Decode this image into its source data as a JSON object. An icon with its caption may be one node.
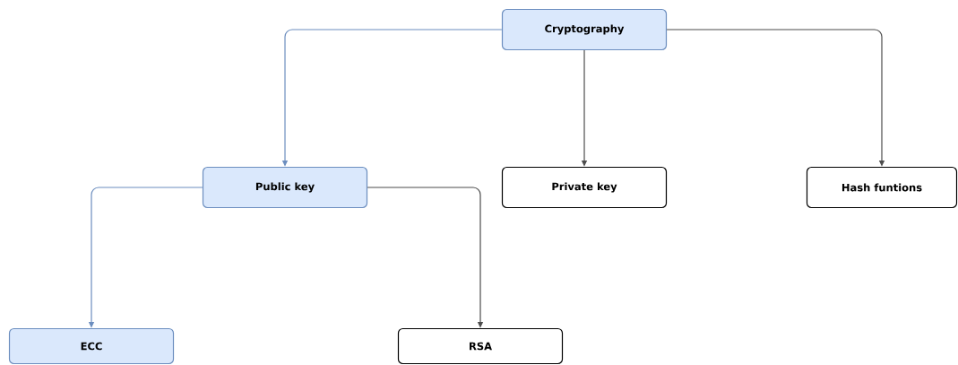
{
  "diagram": {
    "nodes": [
      {
        "text": [
          "Cryptography"
        ]
      },
      {
        "text": [
          "Public key"
        ]
      },
      {
        "text": [
          "Private key"
        ]
      },
      {
        "text": [
          "Hash funtions"
        ]
      },
      {
        "text": [
          "ECC"
        ]
      },
      {
        "text": [
          "RSA"
        ]
      }
    ],
    "edges": [
      {
        "from": 0,
        "to": 1,
        "arrow": "to",
        "color": "#6c8ebf"
      },
      {
        "from": 0,
        "to": 2,
        "arrow": "to"
      },
      {
        "from": 0,
        "to": 3,
        "arrow": "to"
      },
      {
        "from": 1,
        "to": 4,
        "arrow": "to",
        "color": "#6c8ebf"
      },
      {
        "from": 1,
        "to": 5,
        "arrow": "to"
      }
    ]
  }
}
